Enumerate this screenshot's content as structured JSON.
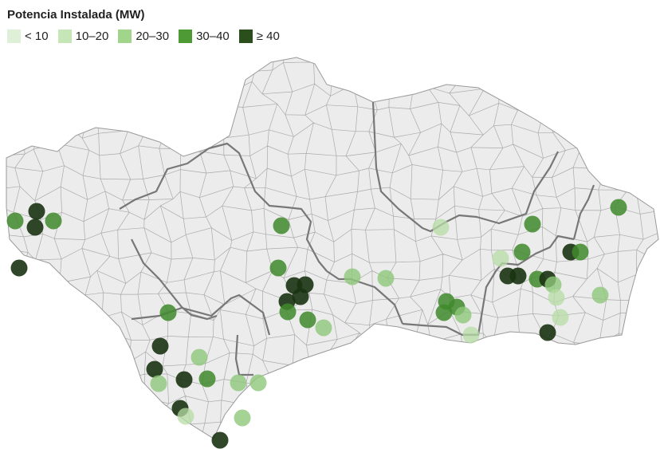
{
  "legend": {
    "title": "Potencia Instalada (MW)",
    "items": [
      {
        "label": "< 10",
        "color": "#dff0d8"
      },
      {
        "label": "10–20",
        "color": "#c7e6b8"
      },
      {
        "label": "20–30",
        "color": "#a1d58b"
      },
      {
        "label": "30–40",
        "color": "#4e9a34"
      },
      {
        "label": "≥ 40",
        "color": "#2a4f1c"
      }
    ]
  },
  "map": {
    "region": "Andalucía",
    "land_color": "#ececec",
    "border_color": "#9a9a9a",
    "province_border_color": "#777777"
  }
}
